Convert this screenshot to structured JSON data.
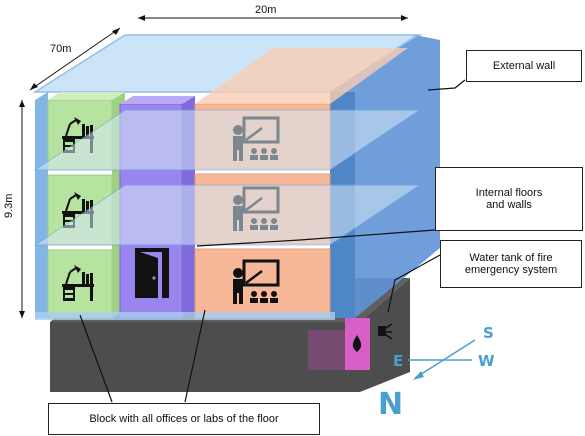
{
  "dimensions": {
    "width_label": "20m",
    "depth_label": "70m",
    "height_label": "9.3m"
  },
  "callouts": {
    "external_wall": "External wall",
    "internal_floors_line1": "Internal floors",
    "internal_floors_line2": "and walls",
    "water_tank_line1": "Water tank of fire",
    "water_tank_line2": "emergency system",
    "block": "Block with all offices or labs of the floor"
  },
  "compass": {
    "north": "N",
    "south": "S",
    "east": "E",
    "west": "W"
  },
  "colors": {
    "external_wall": "#6ea9e0",
    "external_wall_dark": "#4f86c6",
    "office_block": "#b7e3a0",
    "corridor_block": "#9b86f0",
    "classroom_block": "#f6b899",
    "foundation": "#505050",
    "water_tank": "#d85fc7",
    "compass": "#4a9fd1"
  },
  "icons": {
    "office": "desk-with-lamp-icon",
    "door": "open-door-icon",
    "classroom": "teacher-at-board-icon",
    "water": "water-drop-icon",
    "pump": "sprinkler-icon"
  }
}
